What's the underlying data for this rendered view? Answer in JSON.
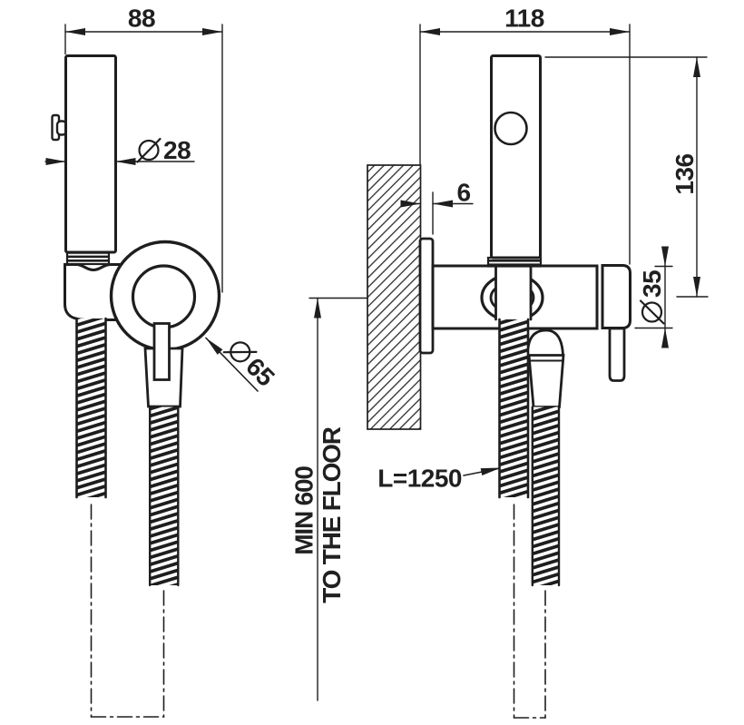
{
  "drawing_type": "technical-dimension-drawing",
  "views": {
    "front": {
      "width_dim": "88",
      "handle_diameter": {
        "symbol": "Ø",
        "value": "28"
      },
      "holder_diameter": {
        "symbol": "Ø",
        "value": "65"
      }
    },
    "side": {
      "depth_dim": "118",
      "height_dim": "136",
      "wall_offset_dim": "6",
      "body_diameter": {
        "symbol": "Ø",
        "value": "35"
      },
      "hose_length": "L=1250",
      "floor_clearance_line1": "MIN 600",
      "floor_clearance_line2": "TO THE FLOOR"
    }
  },
  "colors": {
    "line": "#1e1e1e",
    "background": "#ffffff"
  }
}
